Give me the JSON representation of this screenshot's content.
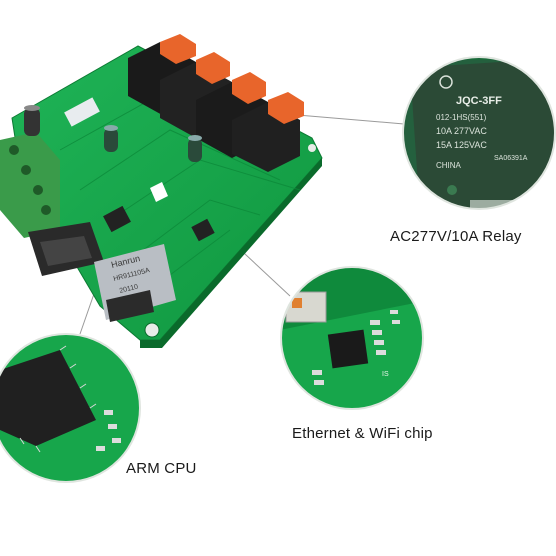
{
  "captions": {
    "relay": "AC277V/10A Relay",
    "ethernet_wifi": "Ethernet & WiFi chip",
    "cpu": "ARM CPU"
  },
  "relay_markings": {
    "brand": "JQC-3FF",
    "part": "012-1HS(551)",
    "rating1": "10A 277VAC",
    "rating2": "15A 125VAC",
    "origin": "CHINA",
    "code": "SA06391A"
  },
  "rj45_markings": {
    "brand": "Hanrun",
    "part": "HR911105A",
    "code": "20110"
  },
  "ethernet_markings": {
    "label": "IS"
  },
  "colors": {
    "pcb": "#15a84a",
    "pcb_dark": "#0c7a33",
    "terminal_orange": "#e8652b",
    "terminal_green": "#3a9b4a",
    "relay": "#1a1a1a",
    "relay_closeup": "#2b4a36"
  }
}
